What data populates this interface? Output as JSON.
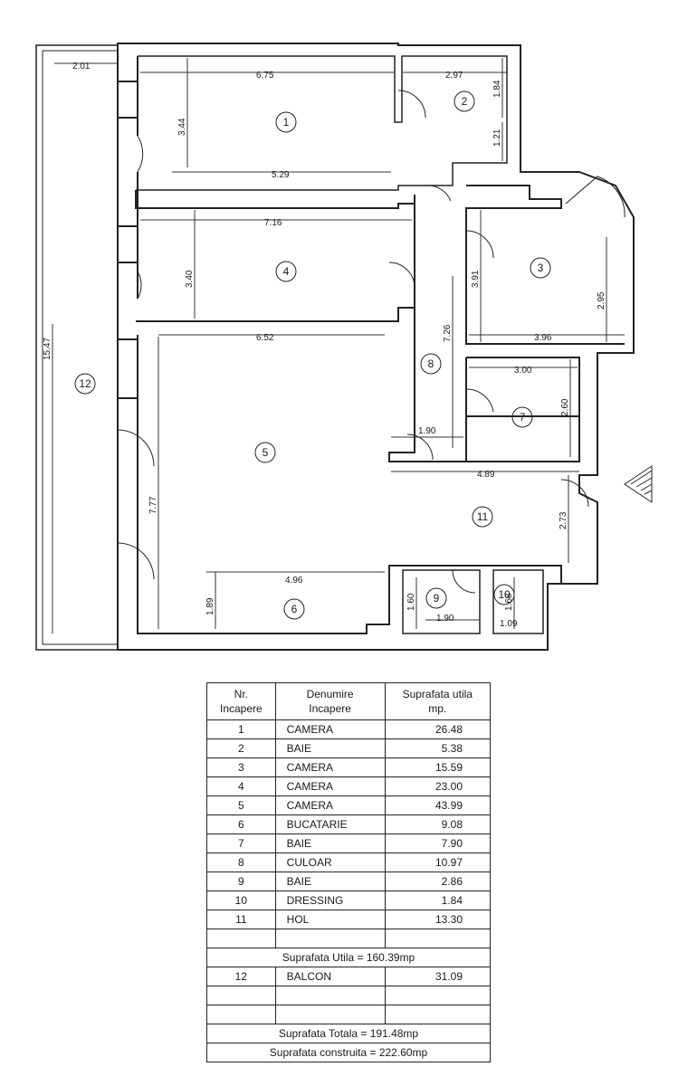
{
  "plan": {
    "dimensions": [
      "2.01",
      "6.75",
      "2.97",
      "1.84",
      "1.21",
      "3.44",
      "5.29",
      "7.16",
      "3.40",
      "3.91",
      "2.95",
      "3.96",
      "6.52",
      "7.26",
      "3.00",
      "2.60",
      "1.90",
      "4.89",
      "15.47",
      "7.77",
      "2.73",
      "4.96",
      "1.89",
      "1.60",
      "1.90",
      "1.68",
      "1.09"
    ],
    "room_numbers": [
      "1",
      "2",
      "3",
      "4",
      "5",
      "6",
      "7",
      "8",
      "9",
      "10",
      "11",
      "12"
    ]
  },
  "table": {
    "headers": [
      "Nr.\nIncapere",
      "Denumire\nIncapere",
      "Suprafata utila\nmp."
    ],
    "rows": [
      {
        "nr": "1",
        "name": "CAMERA",
        "area": "26.48"
      },
      {
        "nr": "2",
        "name": "BAIE",
        "area": "5.38"
      },
      {
        "nr": "3",
        "name": "CAMERA",
        "area": "15.59"
      },
      {
        "nr": "4",
        "name": "CAMERA",
        "area": "23.00"
      },
      {
        "nr": "5",
        "name": "CAMERA",
        "area": "43.99"
      },
      {
        "nr": "6",
        "name": "BUCATARIE",
        "area": "9.08"
      },
      {
        "nr": "7",
        "name": "BAIE",
        "area": "7.90"
      },
      {
        "nr": "8",
        "name": "CULOAR",
        "area": "10.97"
      },
      {
        "nr": "9",
        "name": "BAIE",
        "area": "2.86"
      },
      {
        "nr": "10",
        "name": "DRESSING",
        "area": "1.84"
      },
      {
        "nr": "11",
        "name": "HOL",
        "area": "13.30"
      }
    ],
    "utila_total": "Suprafata Utila = 160.39mp",
    "balcon": {
      "nr": "12",
      "name": "BALCON",
      "area": "31.09"
    },
    "totala": "Suprafata Totala = 191.48mp",
    "construita": "Suprafata construita = 222.60mp"
  }
}
